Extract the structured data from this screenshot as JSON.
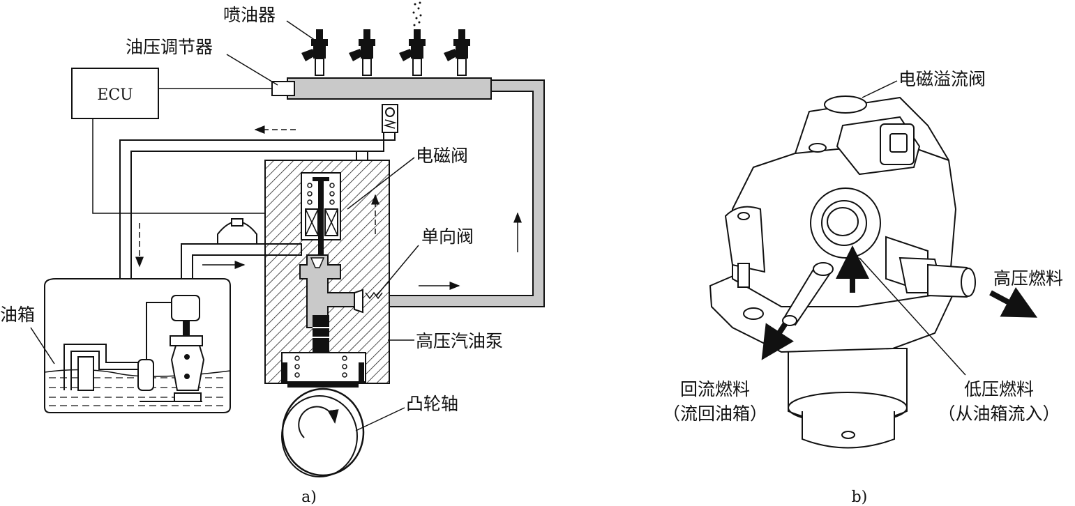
{
  "figure_a": {
    "caption": "a)",
    "labels": {
      "injector": "喷油器",
      "pressure_regulator": "油压调节器",
      "ecu": "ECU",
      "fuel_tank": "油箱",
      "solenoid_valve": "电磁阀",
      "check_valve": "单向阀",
      "high_pressure_pump": "高压汽油泵",
      "camshaft": "凸轮轴"
    }
  },
  "figure_b": {
    "caption": "b)",
    "labels": {
      "spill_valve": "电磁溢流阀",
      "high_pressure_fuel": "高压燃料",
      "return_fuel_line1": "回流燃料",
      "return_fuel_line2": "（流回油箱）",
      "low_pressure_fuel_line1": "低压燃料",
      "low_pressure_fuel_line2": "（从油箱流入）"
    }
  }
}
